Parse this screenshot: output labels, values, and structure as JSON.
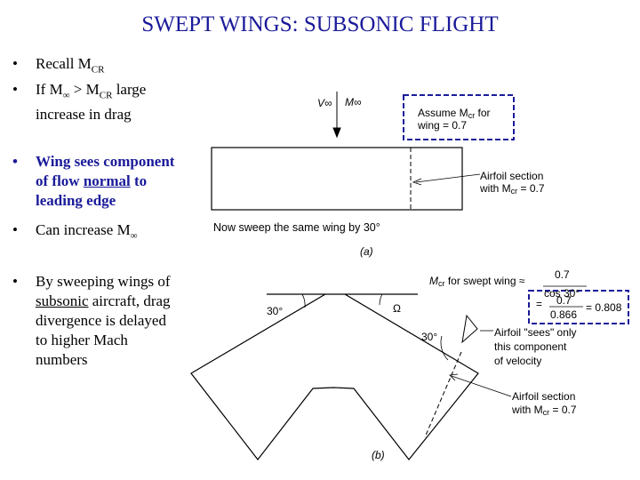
{
  "slide": {
    "title": "SWEPT WINGS: SUBSONIC FLIGHT",
    "bullets": [
      {
        "lines": [
          "Recall M",
          "CR"
        ]
      },
      {
        "lines": [
          "If M",
          "∞",
          " > M",
          "CR",
          " large",
          "increase in drag"
        ]
      },
      {
        "lines": [
          "Wing sees component",
          "of flow ",
          "normal",
          " to",
          "leading edge"
        ]
      },
      {
        "lines": [
          "Can increase M",
          "∞"
        ]
      },
      {
        "lines": [
          "By sweeping wings of",
          "subsonic",
          " aircraft, drag",
          "divergence is delayed",
          "to higher Mach",
          "numbers"
        ]
      }
    ],
    "bullet_char": "•"
  },
  "figure": {
    "top": {
      "vinf": "V∞",
      "minf": "M∞",
      "assume_1": "Assume M",
      "assume_sub": "cr",
      "assume_2": " for",
      "assume_3": "wing = 0.7",
      "airfoil_1": "Airfoil section",
      "airfoil_2": "with M",
      "airfoil_sub": "cr",
      "airfoil_3": " = 0.7",
      "sweep_text": "Now sweep the same wing by 30°",
      "label_a": "(a)"
    },
    "bottom": {
      "angle_left": "30°",
      "omega": "Ω",
      "angle_right": "30°",
      "mcr_1": "M",
      "mcr_sub": "cr",
      "mcr_2": " for swept wing ≈",
      "frac1_num": "0.7",
      "frac1_den": "cos 30°",
      "eq": "=",
      "frac2_num": "0.7",
      "frac2_den": "0.866",
      "result": "= 0.808",
      "sees_1": "Airfoil \"sees\" only",
      "sees_2": "this component",
      "sees_3": "of velocity",
      "airfoil_1": "Airfoil section",
      "airfoil_2": "with M",
      "airfoil_sub": "cr",
      "airfoil_3": " = 0.7",
      "label_b": "(b)"
    }
  }
}
